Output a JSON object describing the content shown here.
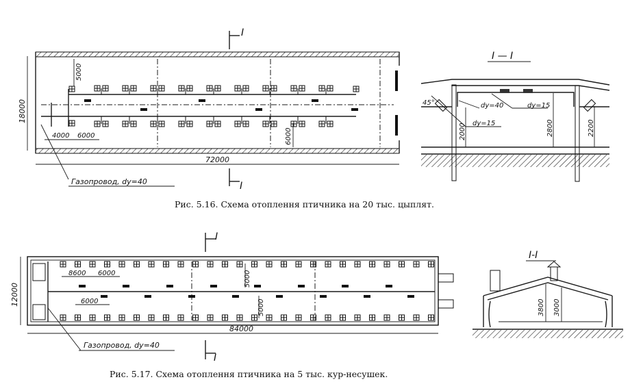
{
  "figure1": {
    "caption": "Рис. 5.16. Схема отоплення птичника на 20 тыс. цыплят.",
    "plan": {
      "section_mark_top": "I",
      "section_mark_bottom": "I",
      "width_dim": "72000",
      "height_dim": "18000",
      "dim_5000": "5000",
      "dim_4000": "4000",
      "dim_6000_h": "6000",
      "dim_6000_v": "6000",
      "gas_pipe_label": "Газопровод, dy=40"
    },
    "section": {
      "title": "I — I",
      "angle": "45°",
      "pipe_40": "dy=40",
      "pipe_15a": "dy=15",
      "pipe_15b": "dy=15",
      "h_2000": "2000",
      "h_2800": "2800",
      "h_2200": "2200"
    }
  },
  "figure2": {
    "caption": "Рис. 5.17. Схема отоплення птичника на 5 тыс. кур-несушек.",
    "plan": {
      "section_mark_top": "I",
      "section_mark_bottom": "I",
      "width_dim": "84000",
      "height_dim": "12000",
      "dim_8600": "8600",
      "dim_6000a": "6000",
      "dim_6000b": "6000",
      "dim_5000a": "5000",
      "dim_5000b": "5000",
      "gas_pipe_label": "Газопровод, dy=40"
    },
    "section": {
      "title": "I-I",
      "h_3800": "3800",
      "h_3000": "3000"
    }
  }
}
